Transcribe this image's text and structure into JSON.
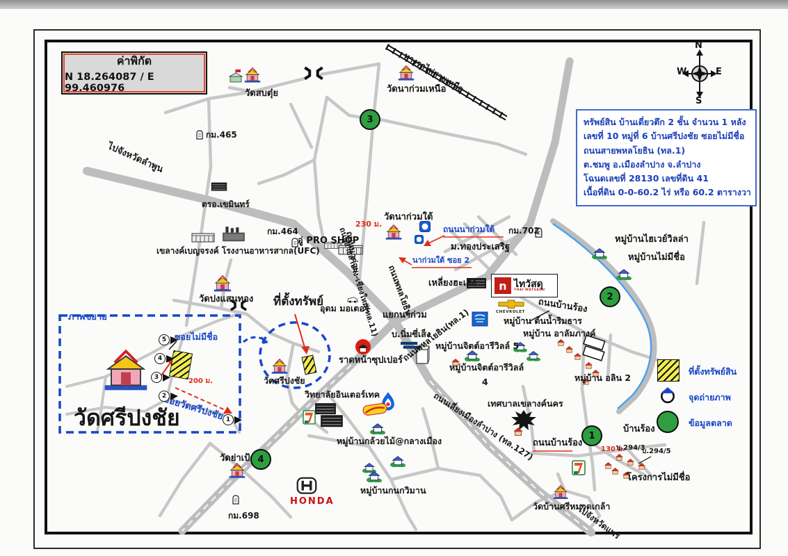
{
  "coord_box": {
    "title": "ค่าพิกัด",
    "value": "N 18.264087  /  E 99.460976"
  },
  "compass": {
    "n": "N",
    "e": "E",
    "s": "S",
    "w": "W"
  },
  "info_box": {
    "line1": "ทรัพย์สิน บ้านเดี่ยวตึก 2 ชั้น จำนวน 1 หลัง",
    "line2": "เลขที่ 10  หมู่ที่ 6 บ้านศรีปงชัย ซอยไม่มีชื่อ",
    "line3": "ถนนสายพหลโยธิน (ทล.1)",
    "line4": "ต.ชมพู  อ.เมืองลำปาง  จ.ลำปาง",
    "line5": "โฉนดเลขที่ 28130   เลขที่ดิน 41",
    "line6": "เนื้อที่ดิน 0-0-60.2 ไร่ หรือ 60.2  ตารางวา"
  },
  "legend": {
    "property": "ที่ตั้งทรัพย์สิน",
    "photo": "จุดถ่ายภาพ",
    "market": "ข้อมูลตลาด"
  },
  "markers": {
    "g1": "1",
    "g2": "2",
    "g3": "3",
    "g4": "4",
    "f1": "1",
    "f2": "2",
    "f3": "3",
    "f4": "4",
    "f5": "5"
  },
  "labels": {
    "railway": "ทางรถไฟสายเหนือ",
    "to_lamphun": "ไปจังหวัดลำพูน",
    "km465": "กม.465",
    "wat_sop_tui": "วัดสบตุ๋ย",
    "wat_na_kuam_nuea": "วัดนาก่วมเหนือ",
    "tro_khemin": "ตรอ.เขมินทร์",
    "ufc": "เขลางค์เบญจรงค์ โรงงานอาหารสากล(UFC)",
    "km464": "กม.464",
    "pro_shop": "อู่ PRO SHOP",
    "dist230": "230 ม.",
    "wat_na_kuam_tai": "วัดนาก่วมใต้",
    "thanon_na_kuam": "ถนนนาก่วม",
    "thanon_na_kuam_tai": "ถนนนาก่วมใต้",
    "na_kuam_tai_soi2": "นาก่วมใต้ ซอย 2",
    "mu_thong_prasert": "ม.ทองประเสริฐ",
    "km702": "กม.702",
    "highway_villa": "หมู่บ้านไฮเวย์วิลล่า",
    "no_name_village": "หมู่บ้านไม่มีชื่อ",
    "liang_ha_heng": "เหลี่ยงฮะเฮง",
    "ban_rong_road_upper": "ถนนบ้านร้อง",
    "wat_pong_saen_thong": "วัดปงแสนทอง",
    "property_loc": "ที่ตั้งทรัพย์",
    "udom_motor": "อุดม มอเตอร์",
    "yaek_na_kuam": "แยกนาก่วม",
    "rd11": "ถนนสายลำปาง-เชียงใหม่(ทล.11)",
    "rd1_upper": "ถนนพหลโยธิน",
    "rd1": "ถนนพหลโยธิน(ทล.1)",
    "nim_see_seng": "บ.นิ่มซี่เส็ง",
    "rat_na_super": "ราดหน้าซุปเปอร์",
    "jit_aree_5": "หมู่บ้านจิตต์อารีวิลล์ 5",
    "jit_aree_4": "หมู่บ้านจิตต์อารีวิลล์",
    "jit_aree_4_num": "4",
    "ton_nam_rim_than": "หมู่บ้าน ต้นน้ำริมธาร",
    "alamphang": "หมู่บ้าน อาลัมภางค์",
    "alin2": "หมู่บ้าน อลิน 2",
    "phap_khayai": "ภาพขยาย",
    "soi_no_name": "ซอยไม่มีชื่อ",
    "dist200": "200 ม.",
    "soi_wat_sri": "ซอยวัดศรีปงชัย",
    "wat_sri_pong_chai_big": "วัดศรีปงชัย",
    "wat_sri_pong_chai": "วัดศรีปงชัย",
    "intertech": "วิทยาลัยอินเตอร์เทค",
    "kluai_mai": "หมู่บ้านกล้วยไม้@กลางเมือง",
    "khelang_nakhon": "เทศบาลเขลางค์นคร",
    "rd127": "ถนนเลี่ยงเมืองลำปาง (ทล.127)",
    "ban_rong_road_lower": "ถนนบ้านร้อง",
    "ban_rong": "บ้านร้อง",
    "dist130": "130 ม.",
    "b294_3": "บ.294/3",
    "b294_5": "บ.294/5",
    "project_no_name": "โครงการไม่มีชื่อ",
    "wat_ya_pao": "วัดย่าเป้า",
    "km698": "กม.698",
    "kanok_wiman": "หมู่บ้านกนกวิมาน",
    "wat_ban_sri_muad_klao": "วัดบ้านศรีหมวดเกล้า",
    "to_phrae": "ไปจังหวัดแพร่"
  },
  "logos": {
    "thai_watsadu": "ไทวัสดุ",
    "thai_watsadu_en": "THAI WATSADU",
    "thai_watsadu_glyph": "n",
    "chevrolet": "CHEVROLET",
    "honda": "HONDA"
  },
  "icons": {
    "temple-icon": "thai temple with tiered gold roof",
    "house-icon": "village house with green bushes",
    "red-house-icon": "small red-roof house",
    "factory-icon": "factory with chimneys",
    "building-icon": "long commercial building",
    "km-marker-icon": "kilometre milestone post",
    "bridge-icon": "road bridge",
    "school-icon": "school house with red flag",
    "railway-icon": "hatched railway line",
    "compass-rose-icon": "N/E/S/W compass rose",
    "ptt-flame-icon": "blue gas-station flame drop",
    "seven-eleven-icon": "7-Eleven store",
    "chevrolet-bowtie-icon": "gold Chevrolet bowtie",
    "honda-h-icon": "Honda H emblem",
    "garuda-icon": "municipality garuda emblem",
    "photo-point-icon": "photo point (circle with blue roof)",
    "property-hatch-icon": "yellow hatched parcel",
    "market-dot-icon": "green market-data dot"
  },
  "colors": {
    "blue_text": "#1746c8",
    "red_mark": "#df2c18",
    "road_gray": "#c7c7c7",
    "green_marker": "#2f9e41",
    "parcel_yellow": "#f0ec50",
    "stream_blue": "#4aa0f0",
    "info_border": "#4169cd",
    "coord_border": "#e0492e",
    "watsadu_red": "#c41e14"
  }
}
